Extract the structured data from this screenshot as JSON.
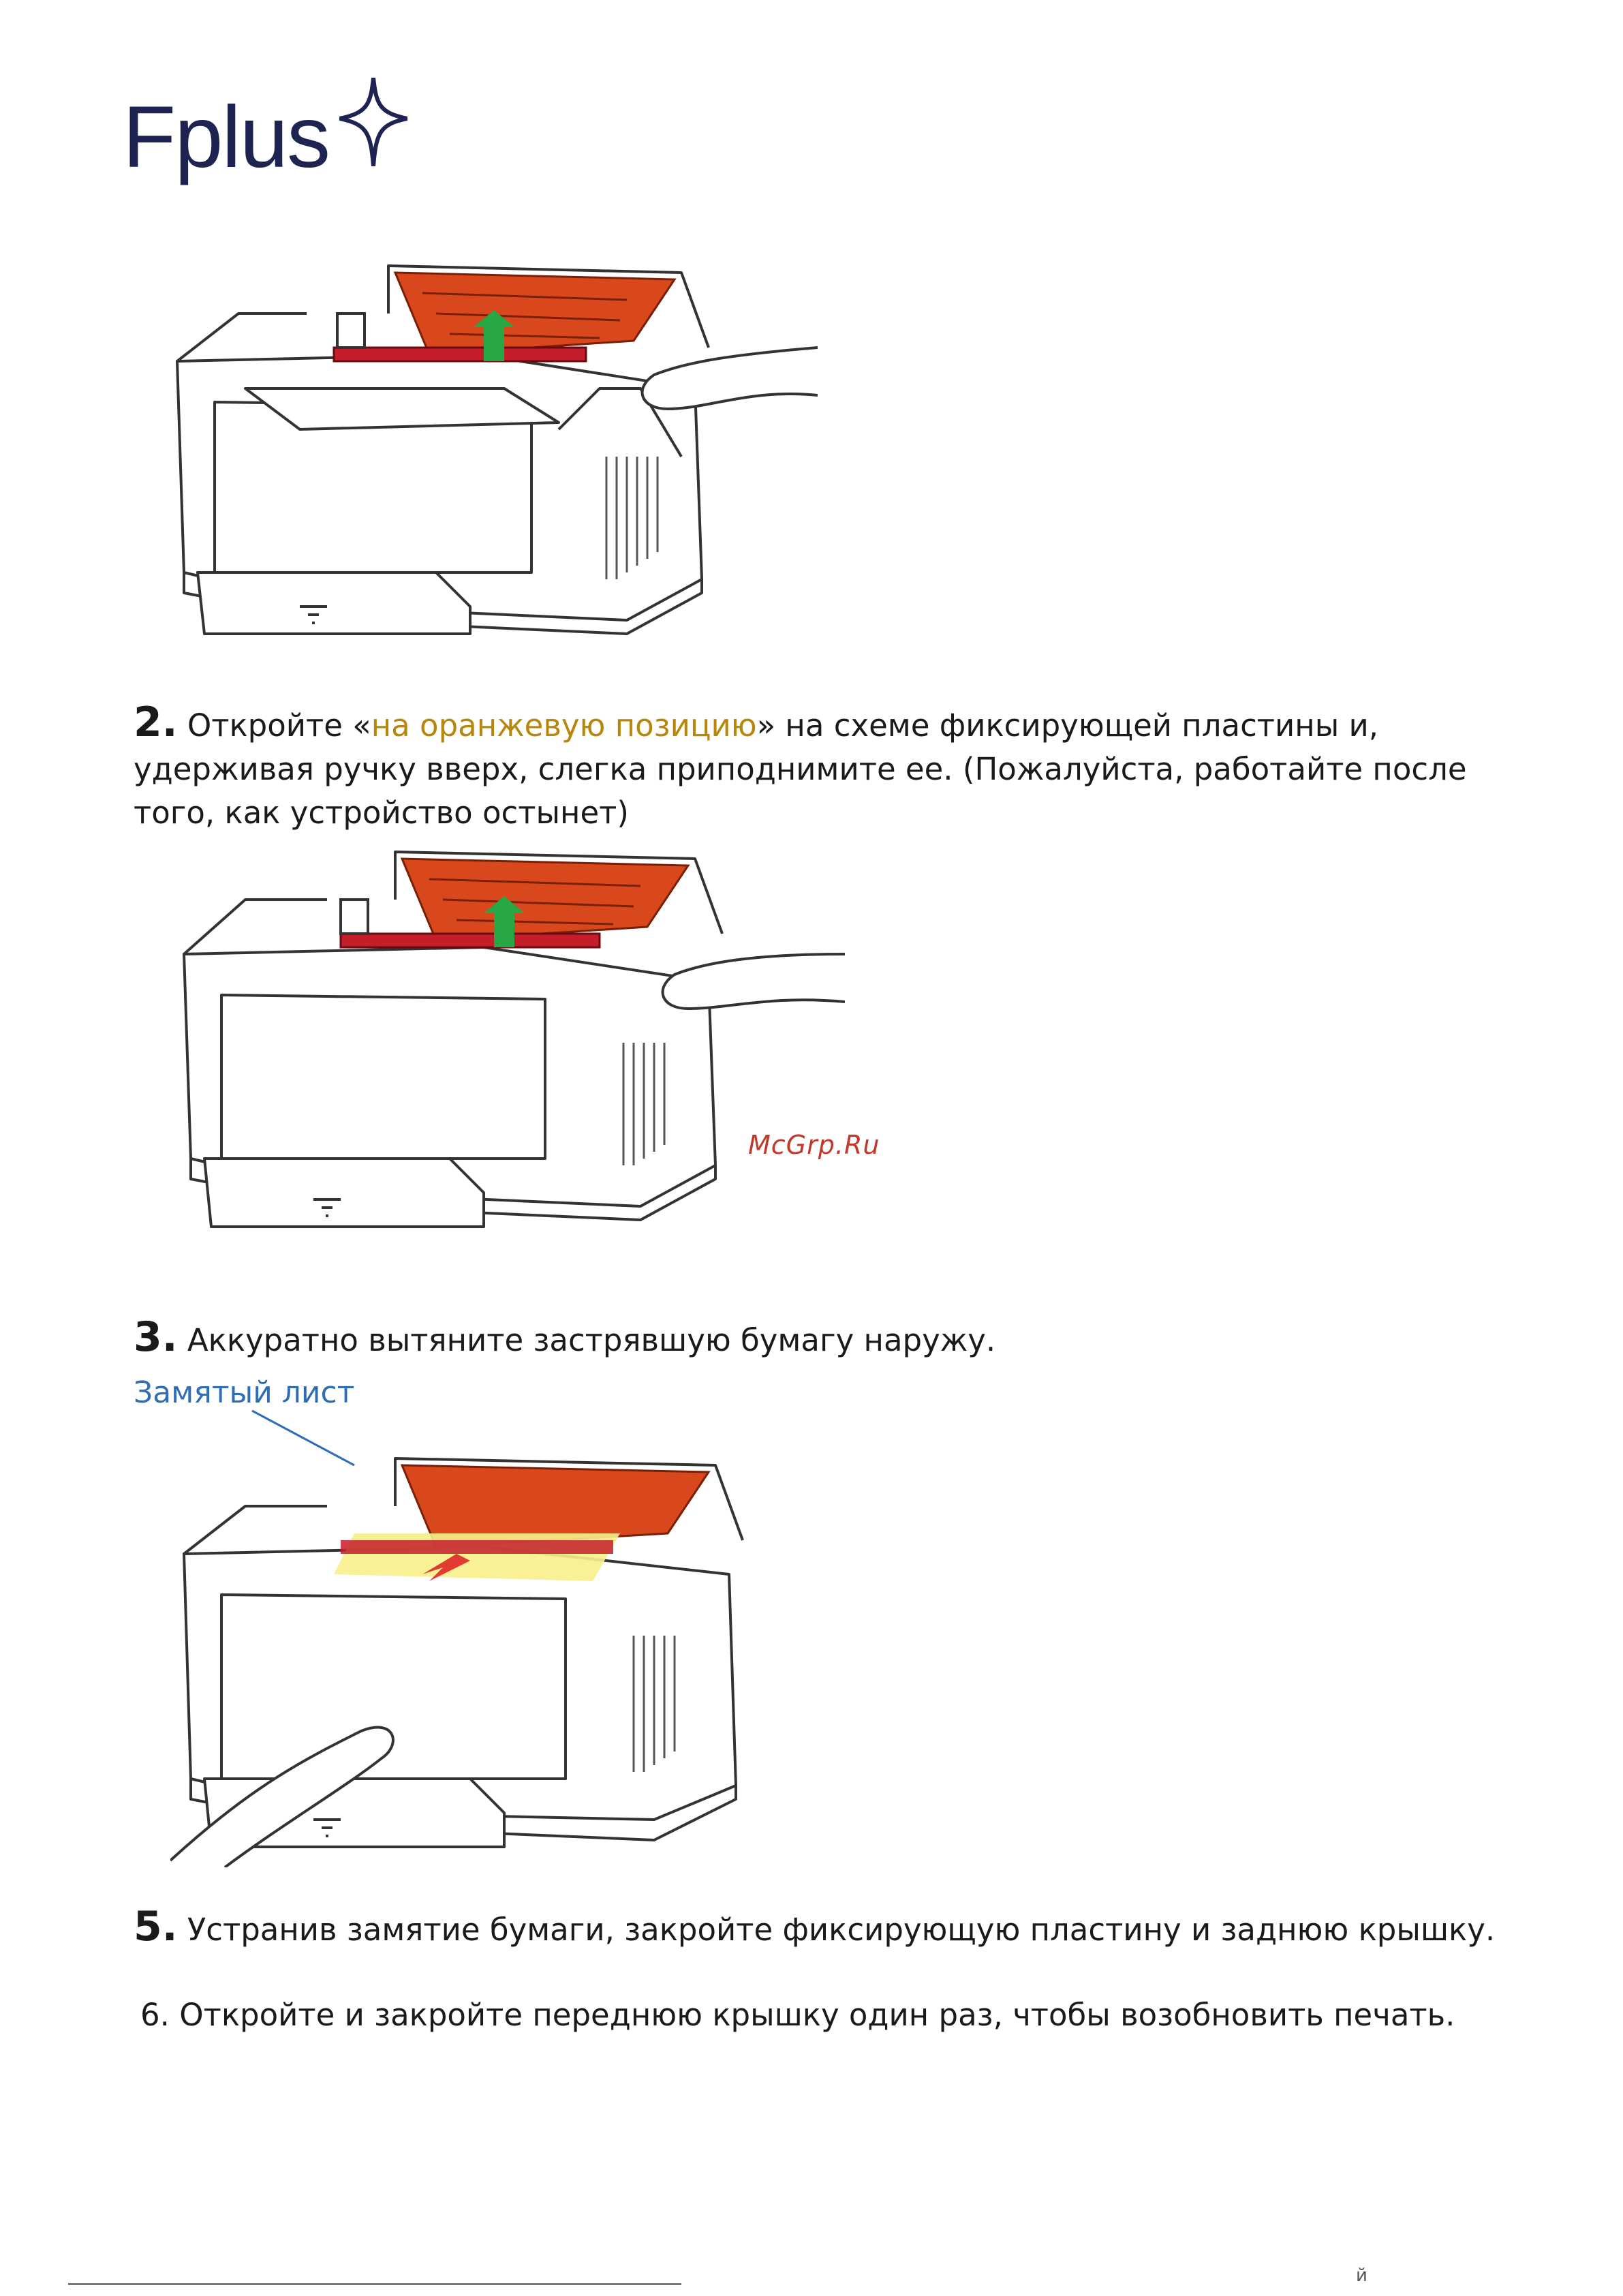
{
  "brand": {
    "logo_text": "Fplus",
    "star_icon": "four-point-star-icon",
    "color": "#1d2452"
  },
  "steps": [
    {
      "number": "2.",
      "text_before": " Откройте «",
      "highlight": "на оранжевую позицию",
      "text_after": "» на схеме фиксирующей пластины и, удерживая ручку вверх, слегка приподнимите ее. (Пожалуйста, работайте после того, как устройство остынет)"
    },
    {
      "number": "3.",
      "text": " Аккуратно вытяните застрявшую бумагу наружу."
    },
    {
      "number": "5.",
      "text": " Устранив замятие бумаги, закройте фиксирующую пластину и заднюю крышку."
    },
    {
      "text": "6. Откройте и закройте переднюю крышку один раз, чтобы возобновить печать."
    }
  ],
  "callout": "Замятый лист",
  "watermark": "McGrp.Ru",
  "footer_mark": "й",
  "colors": {
    "highlight": "#b8860b",
    "callout": "#2f6eb5",
    "orange_plate": "#d9481c",
    "jam_paper": "#f7f08a"
  }
}
